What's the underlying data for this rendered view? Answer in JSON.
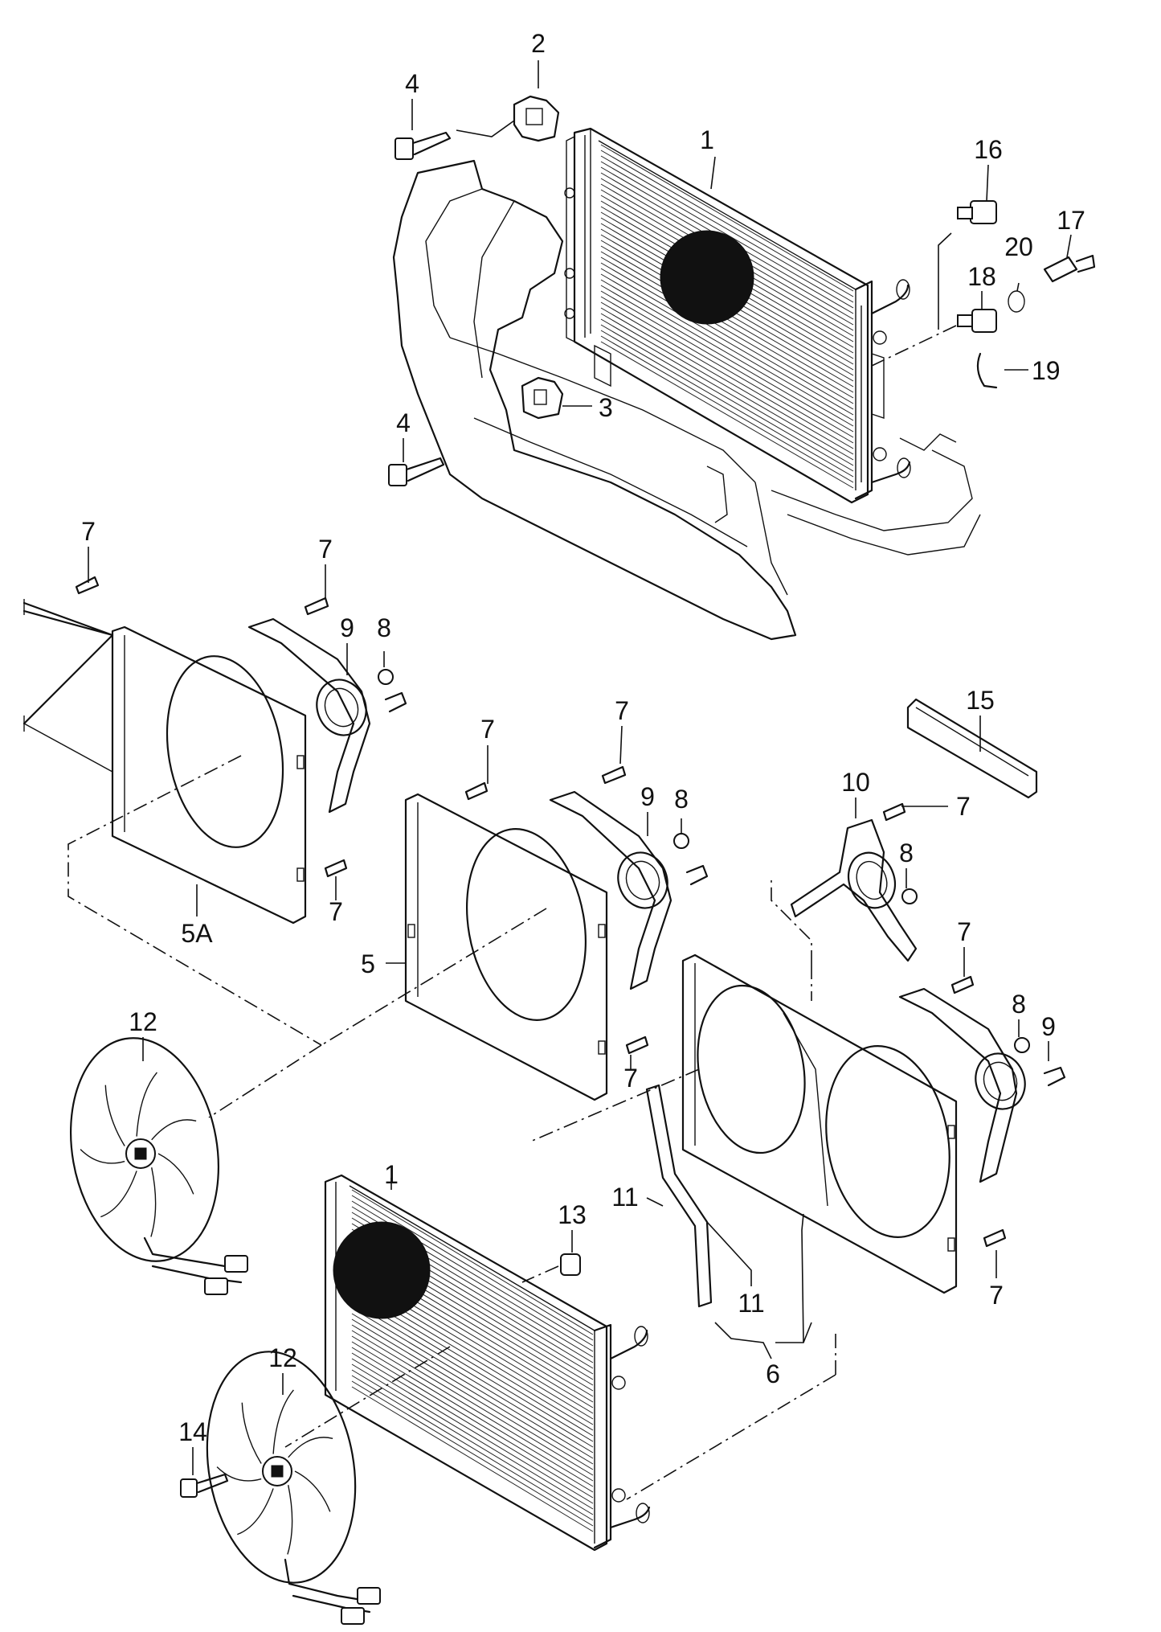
{
  "callouts": {
    "c1_top": "1",
    "c2": "2",
    "c3": "3",
    "c4_top": "4",
    "c4_mid": "4",
    "c16": "16",
    "c17": "17",
    "c18": "18",
    "c19": "19",
    "c20": "20",
    "c7_a": "7",
    "c7_b": "7",
    "c9_a": "9",
    "c8_a": "8",
    "c5A": "5A",
    "c7_c": "7",
    "c7_d": "7",
    "c7_e": "7",
    "c9_b": "9",
    "c8_b": "8",
    "c5": "5",
    "c7_f": "7",
    "c15": "15",
    "c10": "10",
    "c7_g": "7",
    "c8_c": "8",
    "c7_h": "7",
    "c8_d": "8",
    "c9_c": "9",
    "c12_a": "12",
    "c1_bot": "1",
    "c13": "13",
    "c11_a": "11",
    "c11_b": "11",
    "c6": "6",
    "c7_i": "7",
    "c12_b": "12",
    "c14": "14"
  }
}
